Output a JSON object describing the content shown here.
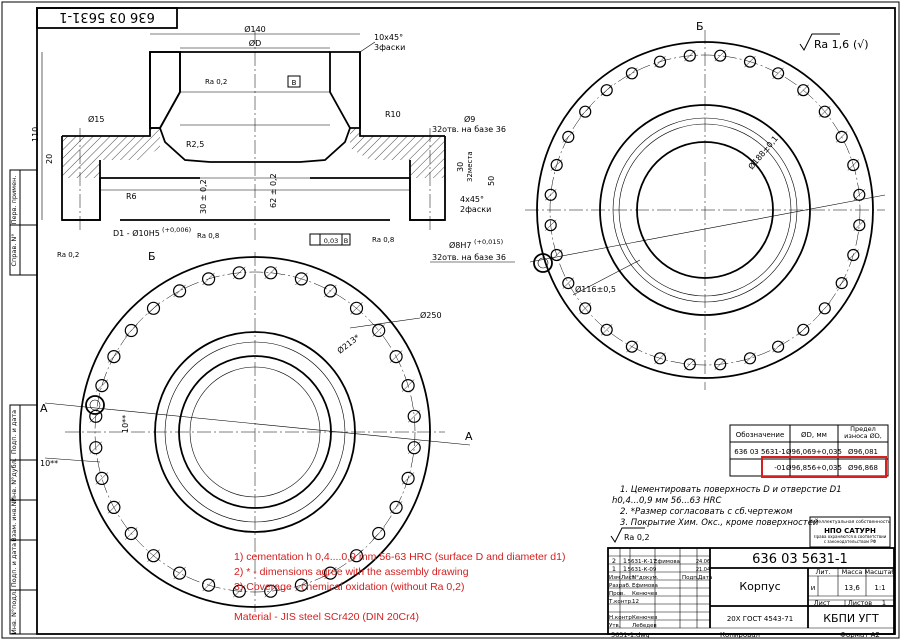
{
  "doc_number": "636 03 5631-1",
  "doc_number_stamp": "636 03 5631-1",
  "title_name": "Корпус",
  "material": "20Х ГОСТ 4543-71",
  "org": "КБПИ УГТ",
  "company_logo": "НПО САТУРН",
  "company_note": "Интеллектуальная собственность",
  "company_note2": "Права охраняются в соответствии с законодательством РФ",
  "format": "Формат А2",
  "copied": "Копировал",
  "file": "5631-1.dwg",
  "roughness_general": "Ra 1,6",
  "roughness_note": "Ra 0,2",
  "section_label_b": "Б",
  "section_a": "А",
  "view_b_label": "Б",
  "title_table": {
    "lit": "Лит.",
    "mass": "Масса",
    "scale": "Масштаб",
    "lit_val": "и",
    "mass_val": "13,6",
    "scale_val": "1:1",
    "sheet": "Лист",
    "sheets": "Листов",
    "sheets_val": "1"
  },
  "sign_rows": [
    {
      "role": "Изм.",
      "name": "Лист",
      "doc": "N°докум.",
      "sign": "Подп.",
      "date": "Дата"
    },
    {
      "role": "Разраб.",
      "name": "Ефимова"
    },
    {
      "role": "Пров.",
      "name": "Кенючев"
    },
    {
      "role": "Т.контр.",
      "name": "12"
    },
    {
      "role": "Н.контр.",
      "name": "Кенючев"
    },
    {
      "role": "Утв.",
      "name": "Лебедев"
    }
  ],
  "change_rows": [
    {
      "a": "2",
      "b": "1",
      "c": "5631-К-17",
      "d": "Ефимова",
      "e": "24.06"
    },
    {
      "a": "1",
      "b": "1",
      "c": "5631-К-09",
      "d": "",
      "e": "21.04"
    }
  ],
  "dims_table": {
    "headers": [
      "Обозначение",
      "ØD, мм",
      "Предел износа ØD, мм"
    ],
    "rows": [
      [
        "636 03 5631-1",
        "Ø96,069+0,035",
        "Ø96,081"
      ],
      [
        "-01",
        "Ø96,856+0,035",
        "Ø96,868"
      ]
    ]
  },
  "notes_ru": [
    "1. Цементировать поверхность D и отверстие D1",
    "h0,4...0,9 мм 56...63 HRC",
    "2. *Размер согласовать с сб.чертежом",
    "3. Покрытие Хим. Окс., кроме поверхностей"
  ],
  "notes_en": [
    "1) cementation h 0,4....0,9 mm 56-63 HRC (surface D and diameter d1)",
    "2) * - dimensions agree with the assembly drawing",
    "3) Coverage - chemical oxidation (without Ra 0,2)"
  ],
  "material_en": "Material - JIS steel SCr420 (DIN 20Cr4)",
  "side_labels": [
    "Перв. примен.",
    "Справ. N°",
    "Подп. и дата",
    "Инв. N°дубл.",
    "Взам. инв.N°",
    "Подп. и дата",
    "Инв. N°подл."
  ],
  "dims": {
    "d140": "Ø140",
    "dD": "ØD",
    "chamfer1": "10х45°",
    "chamfer1b": "3фаски",
    "ra02a": "Ra 0,2",
    "datumB": "В",
    "d15": "Ø15",
    "r25": "R2,5",
    "r6": "R6",
    "r10": "R10",
    "d9": "Ø9",
    "holes32": "32отв. на базе 36",
    "d30": "30",
    "d32places": "32места",
    "d50": "50",
    "chamfer2": "4х45°",
    "chamfer2b": "2фаски",
    "d110": "110",
    "d20": "20",
    "d30b": "30 ± 0,2",
    "d62": "62 ± 0,2",
    "d1": "D1 - Ø10Н5",
    "d1tol": "(+0,006)",
    "ra08a": "Ra 0,8",
    "ra08b": "Ra 0,8",
    "ra02b": "Ra 0,2",
    "tolerance": "0,03",
    "tolB": "В",
    "d8h7": "Ø8Н7",
    "d8tol": "(+0,015)",
    "holes32b": "32отв. на базе 36",
    "d250": "Ø250",
    "d213": "Ø213*",
    "d10a": "10**",
    "d10b": "10**",
    "d188": "Ø188±0,1",
    "d116": "Ø116±0,5"
  }
}
